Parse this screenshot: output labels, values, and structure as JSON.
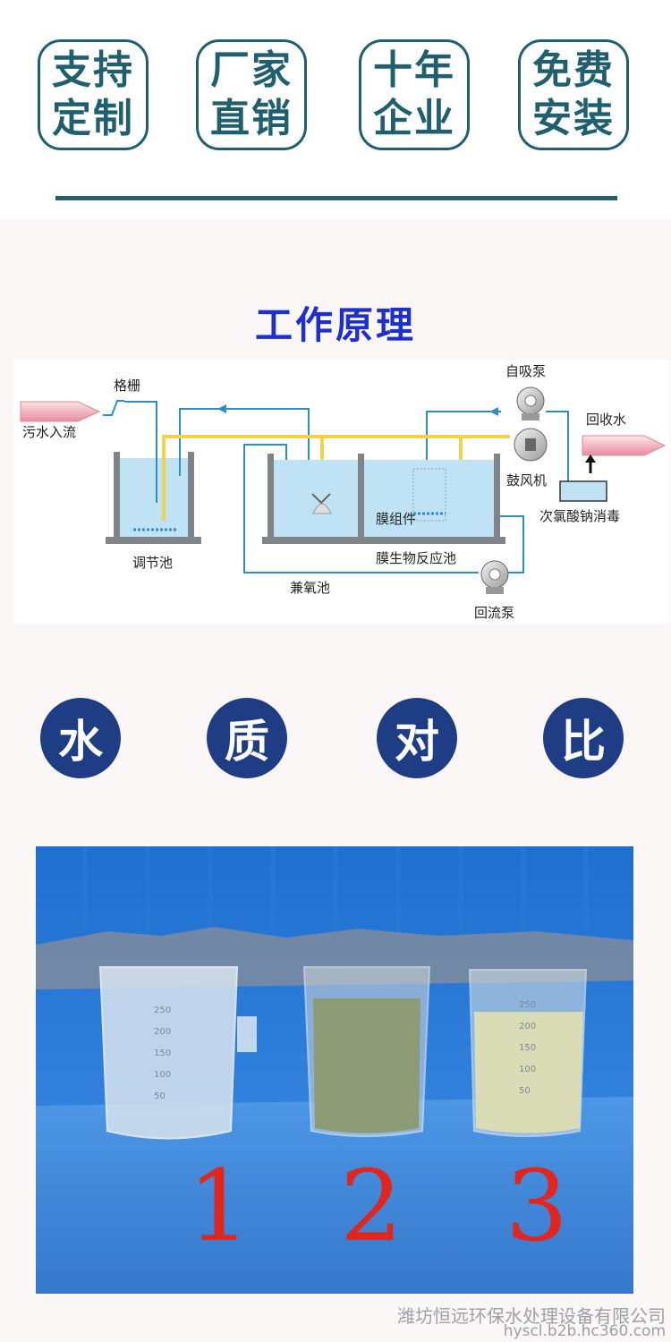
{
  "badges": [
    {
      "line1": "支持",
      "line2": "定制"
    },
    {
      "line1": "厂家",
      "line2": "直销"
    },
    {
      "line1": "十年",
      "line2": "企业"
    },
    {
      "line1": "免费",
      "line2": "安装"
    }
  ],
  "principle_title": "工作原理",
  "diagram_labels": {
    "inflow": "污水入流",
    "grille": "格栅",
    "equalization_tank": "调节池",
    "anoxic_tank": "兼氧池",
    "membrane_module": "膜组件",
    "mbr_tank": "膜生物反应池",
    "self_priming_pump": "自吸泵",
    "blower": "鼓风机",
    "reflux_pump": "回流泵",
    "reclaimed_water": "回收水",
    "disinfection": "次氯酸钠消毒"
  },
  "comparison_chars": [
    "水",
    "质",
    "对",
    "比"
  ],
  "photo": {
    "beaker_scale": [
      "250",
      "200",
      "150",
      "100",
      "50"
    ],
    "beaker_numbers": [
      "1",
      "2",
      "3"
    ]
  },
  "footer": {
    "company": "潍坊恒远环保水处理设备有限公司",
    "site": "hyscl.b2b.hc360.com"
  },
  "colors": {
    "badge": "#1f5f6e",
    "title": "#1d2fd0",
    "circle": "#1f3d84",
    "pipe": "#2f8fc4",
    "air_pipe": "#f2d348",
    "water": "#bfe3f5",
    "handwriting": "#e0261d"
  }
}
